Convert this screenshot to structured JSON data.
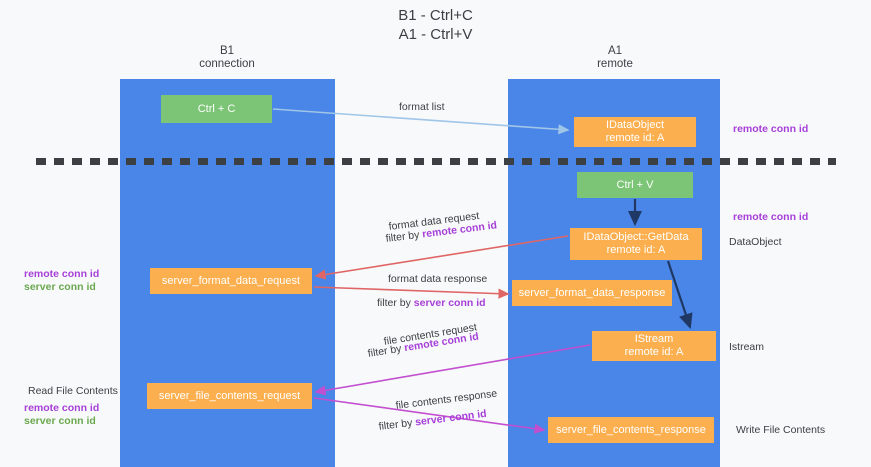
{
  "title": "B1 - Ctrl+C\nA1 - Ctrl+V",
  "columns": [
    {
      "id": "b1",
      "label": "B1\nconnection"
    },
    {
      "id": "a1",
      "label": "A1\nremote"
    }
  ],
  "boxes": {
    "ctrl_c": "Ctrl + C",
    "idataobject": "IDataObject\nremote id: A",
    "ctrl_v": "Ctrl + V",
    "getdata": "IDataObject::GetData\nremote id: A",
    "server_format_data_request": "server_format_data_request",
    "server_format_data_response": "server_format_data_response",
    "istream": "IStream\nremote id: A",
    "server_file_contents_request": "server_file_contents_request",
    "server_file_contents_response": "server_file_contents_response"
  },
  "arrow_labels": {
    "format_list": "format list",
    "format_data_request": "format data request",
    "format_data_request_filter_prefix": "filter by ",
    "format_data_request_filter_key": "remote conn id",
    "format_data_response": "format data response",
    "format_data_response_filter_prefix": "filter by ",
    "format_data_response_filter_key": "server conn id",
    "file_contents_request": "file contents request",
    "file_contents_request_filter_prefix": "filter by ",
    "file_contents_request_filter_key": "remote conn id",
    "file_contents_response": "file contents response",
    "file_contents_response_filter_prefix": "filter by ",
    "file_contents_response_filter_key": "server conn id"
  },
  "annotations": {
    "right_remote_conn_id_top": "remote conn id",
    "right_remote_conn_id_mid": "remote conn id",
    "right_dataobject": "DataObject",
    "right_istream": "Istream",
    "right_write_file_contents": "Write File Contents",
    "left_remote_conn_id_1": "remote conn id",
    "left_server_conn_id_1": "server conn id",
    "left_read_file_contents": "Read File Contents",
    "left_remote_conn_id_2": "remote conn id",
    "left_server_conn_id_2": "server conn id"
  },
  "colors": {
    "column_blue": "#4a86e8",
    "box_green": "#7cc576",
    "box_orange": "#fbaf4f",
    "purple": "#a63fd9",
    "green_text": "#6aa84f",
    "arrow_light_blue": "#9fc5e8",
    "arrow_red": "#e06666",
    "arrow_magenta": "#c24fd0",
    "arrow_dark": "#1f3864",
    "background": "#f8f9fa"
  }
}
